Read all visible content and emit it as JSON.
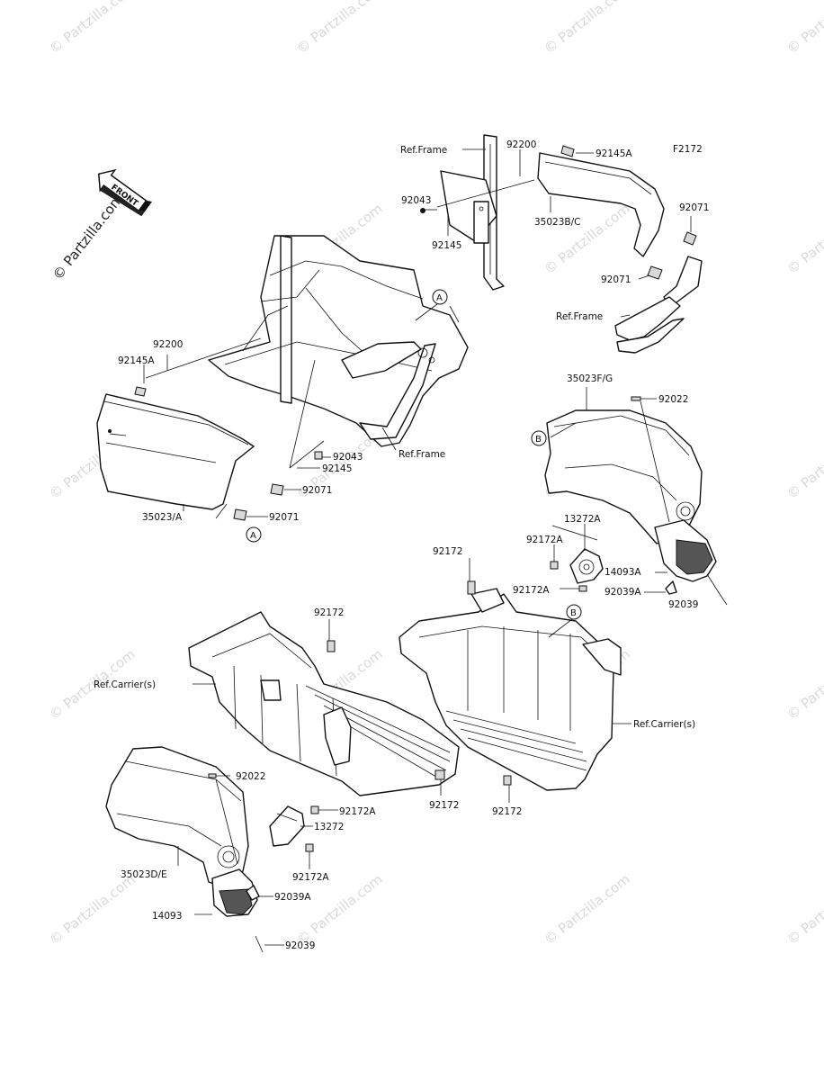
{
  "figure_code": "F2172",
  "front_badge": "FRONT",
  "watermark": "© Partzilla.com",
  "side_watermark": "© Partzilla.com",
  "callouts": {
    "a": "A",
    "b": "B"
  },
  "labels": {
    "ref_frame_top": "Ref.Frame",
    "p92200_top": "92200",
    "p92145A_top": "92145A",
    "p92043_top": "92043",
    "p92145_top": "92145",
    "p35023B_C": "35023B/C",
    "p92071_top1": "92071",
    "p92071_top2": "92071",
    "ref_frame_right": "Ref.Frame",
    "p92200_left": "92200",
    "p92145A_left": "92145A",
    "p92043_mid": "92043",
    "p92145_mid": "92145",
    "p92071_mid1": "92071",
    "p92071_mid2": "92071",
    "p35023_A": "35023/A",
    "ref_frame_mid": "Ref.Frame",
    "p35023F_G": "35023F/G",
    "p92022_right": "92022",
    "p13272A": "13272A",
    "p92172A_r1": "92172A",
    "p14093A": "14093A",
    "p92172A_r2": "92172A",
    "p92039A_r": "92039A",
    "p92039_r": "92039",
    "p92172_r_top": "92172",
    "p92172_l_top": "92172",
    "ref_carrier_left": "Ref.Carrier(s)",
    "ref_carrier_right": "Ref.Carrier(s)",
    "p92022_left": "92022",
    "p92172A_l1": "92172A",
    "p13272": "13272",
    "p92172_mid_bottom": "92172",
    "p92172_r_bottom": "92172",
    "p35023D_E": "35023D/E",
    "p92172A_l2": "92172A",
    "p92039A_l": "92039A",
    "p14093": "14093",
    "p92039_l": "92039"
  }
}
